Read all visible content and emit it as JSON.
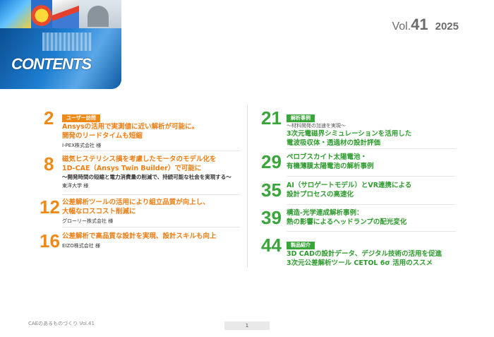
{
  "header": {
    "contents_title": "CONTENTS",
    "vol_label": "Vol.",
    "vol_number": "41",
    "year": "2025"
  },
  "colors": {
    "orange": "#f08a17",
    "green": "#3aa53a"
  },
  "left": [
    {
      "page": "2",
      "category": "ユーザー訪問",
      "title_lines": [
        "Ansysの活用で実測値に近い解析が可能に。",
        "開発のリードタイムも短縮"
      ],
      "subtitle": "",
      "company": "I-PEX株式会社 様"
    },
    {
      "page": "8",
      "category": "",
      "title_lines": [
        "磁気ヒステリシス損を考慮したモータのモデル化を",
        "1D-CAE（Ansys Twin Builder）で可能に"
      ],
      "subtitle": "～開発時間の短縮と電力消費量の削減で、持続可能な社会を実現する～",
      "company": "東洋大学 様"
    },
    {
      "page": "12",
      "category": "",
      "title_lines": [
        "公差解析ツールの活用により組立品質が向上し、",
        "大幅なロスコスト削減に"
      ],
      "subtitle": "",
      "company": "グローリー株式会社 様"
    },
    {
      "page": "16",
      "category": "",
      "title_lines": [
        "公差解析で高品質な設計を実現、設計スキルも向上"
      ],
      "subtitle": "",
      "company": "EIZO株式会社 様"
    }
  ],
  "right": [
    {
      "page": "21",
      "category": "解析事例",
      "lead": "～材料開発の加速を実現～",
      "title_lines": [
        "3次元電磁界シミュレーションを活用した",
        "電波吸収体・透過材の設計評価"
      ]
    },
    {
      "page": "29",
      "category": "",
      "lead": "",
      "title_lines": [
        "ペロブスカイト太陽電池・",
        "有機薄膜太陽電池の解析事例"
      ]
    },
    {
      "page": "35",
      "category": "",
      "lead": "",
      "title_lines": [
        "AI（サロゲートモデル）とVR連携による",
        "設計プロセスの高速化"
      ]
    },
    {
      "page": "39",
      "category": "",
      "lead": "",
      "title_lines": [
        "構造-光学連成解析事例：",
        "熱の影響によるヘッドランプの配光変化"
      ]
    },
    {
      "page": "44",
      "category": "製品紹介",
      "lead": "",
      "title_lines": [
        "3D CADの設計データ、デジタル技術の活用を促進",
        "3次元公差解析ツール CETOL 6σ 活用のススメ"
      ]
    }
  ],
  "footer": {
    "publication": "CAEのあるものづくり Vol.41",
    "page_number": "1"
  }
}
